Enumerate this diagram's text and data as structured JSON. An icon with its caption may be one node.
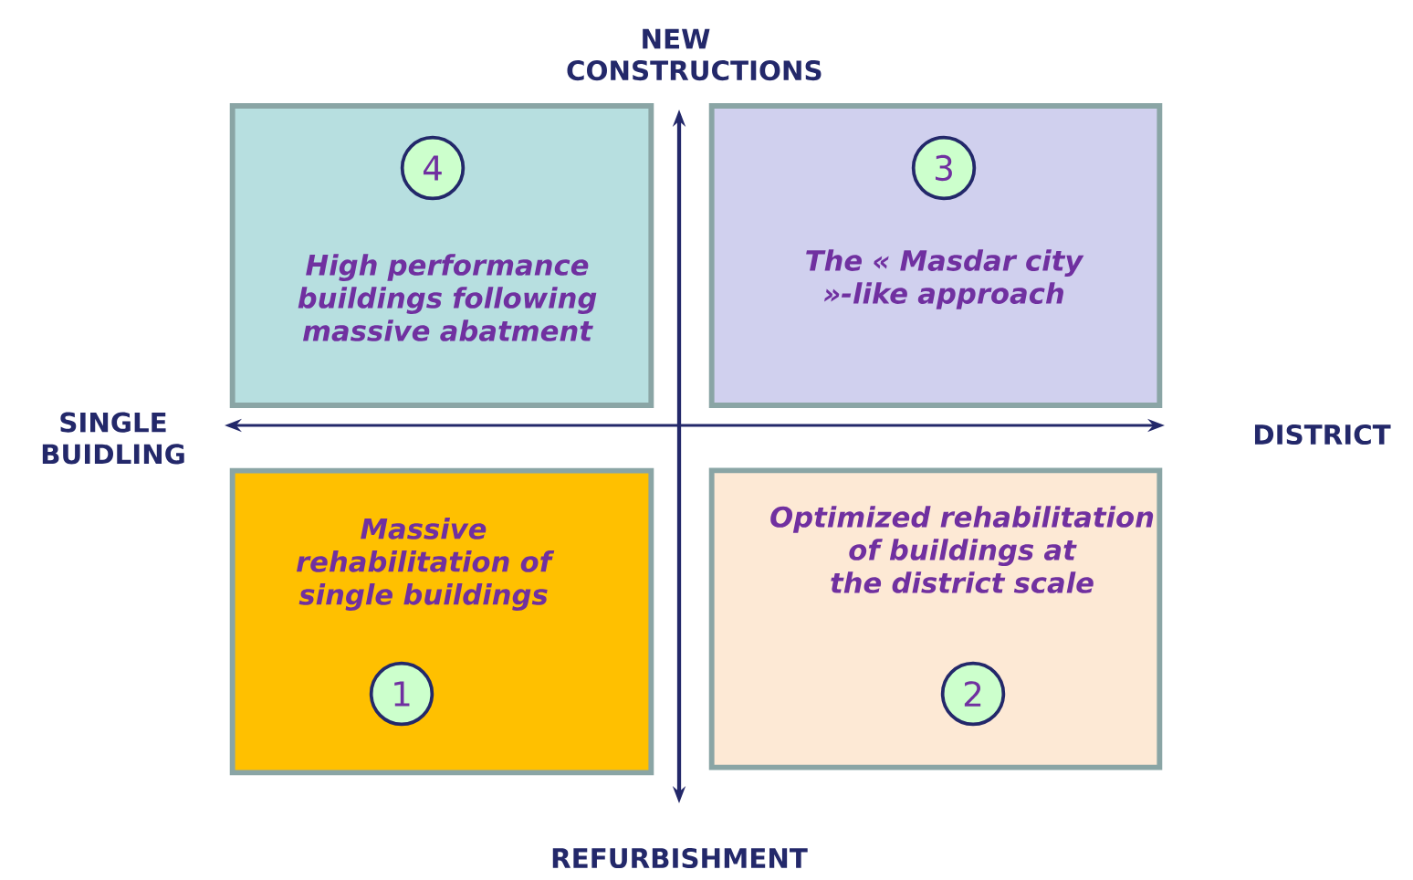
{
  "diagram": {
    "nodes": [
      {
        "text": [
          "High performance buildings following massive abatment"
        ]
      },
      {
        "text": [
          "4"
        ],
        "in": 0
      },
      {
        "text": [
          "The « Masdar city »-like approach"
        ]
      },
      {
        "text": [
          "3"
        ],
        "in": 2
      },
      {
        "text": [
          "Massive rehabilitation of single buildings"
        ]
      },
      {
        "text": [
          "1"
        ],
        "in": 4
      },
      {
        "text": [
          "Optimized rehabilitation of buildings at the district scale"
        ]
      },
      {
        "text": [
          "2"
        ],
        "in": 6
      }
    ],
    "labels": [
      "NEW CONSTRUCTIONS",
      "SINGLE BUIDLING",
      "DISTRICT",
      "REFURBISHMENT"
    ]
  }
}
